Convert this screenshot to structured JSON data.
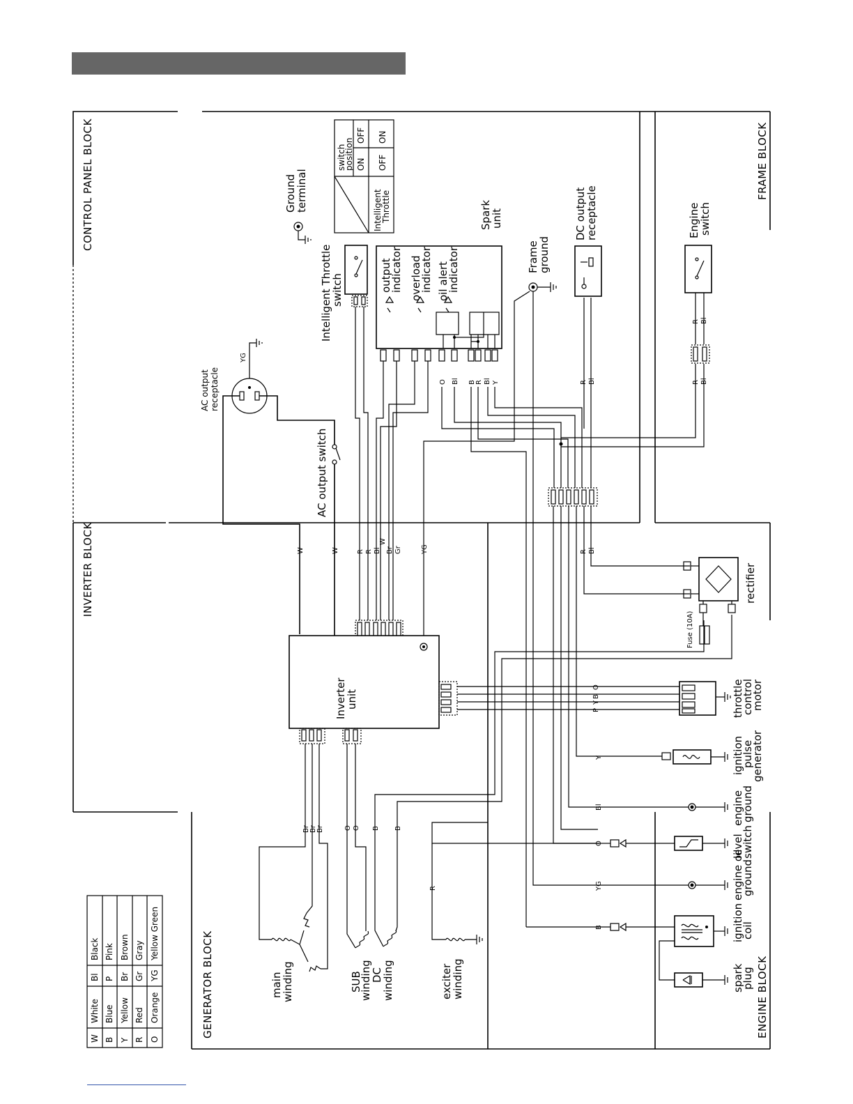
{
  "blocks": {
    "control_panel": "CONTROL PANEL BLOCK",
    "frame": "FRAME BLOCK",
    "inverter": "INVERTER BLOCK",
    "generator": "GENERATOR BLOCK",
    "engine": "ENGINE BLOCK"
  },
  "components": {
    "ground_terminal": [
      "Ground",
      "terminal"
    ],
    "ac_receptacle": [
      "AC output",
      "receptacle"
    ],
    "ac_switch": "AC output switch",
    "it_switch": [
      "Intelligent Throttle",
      "switch"
    ],
    "output_indicator": [
      "output",
      "indicator"
    ],
    "overload_indicator": [
      "overload",
      "indicator"
    ],
    "oil_alert_indicator": [
      "oil alert",
      "indicator"
    ],
    "spark_unit": [
      "Spark",
      "unit"
    ],
    "frame_ground": [
      "Frame",
      "ground"
    ],
    "dc_receptacle": [
      "DC output",
      "receptacle"
    ],
    "engine_switch": [
      "Engine",
      "switch"
    ],
    "rectifier": "rectifier",
    "fuse": "Fuse (10A)",
    "inverter_unit": [
      "Inverter",
      "unit"
    ],
    "throttle_motor": [
      "throttle",
      "control",
      "motor"
    ],
    "pulse_gen": [
      "ignition",
      "pulse",
      "generator"
    ],
    "engine_ground": [
      "engine",
      "ground"
    ],
    "oil_level_switch": [
      "level",
      "switch"
    ],
    "engine_oil_ground": [
      "engine oil",
      "ground"
    ],
    "ignition_coil": [
      "ignition",
      "coil"
    ],
    "spark_plug": [
      "spark",
      "plug"
    ],
    "main_winding": [
      "main",
      "winding"
    ],
    "sub_winding": [
      "SUB",
      "winding"
    ],
    "dc_winding": [
      "DC",
      "winding"
    ],
    "exciter_winding": [
      "exciter",
      "winding"
    ]
  },
  "switch_table": {
    "header": [
      "switch",
      "position"
    ],
    "row_label": [
      "Intelligent",
      "Throttle"
    ],
    "col1": [
      "ON",
      "OFF"
    ],
    "col2": [
      "OFF",
      "ON"
    ]
  },
  "color_legend": [
    [
      "W",
      "White",
      "Bl",
      "Black"
    ],
    [
      "B",
      "Blue",
      "P",
      "Pink"
    ],
    [
      "Y",
      "Yellow",
      "Br",
      "Brown"
    ],
    [
      "R",
      "Red",
      "Gr",
      "Gray"
    ],
    [
      "O",
      "Orange",
      "YG",
      "Yellow Green"
    ]
  ],
  "wire_labels": {
    "yg_top": "YG",
    "w1": "W",
    "w2": "W",
    "inv_r1": "R",
    "inv_r2": "R",
    "inv_bl": "Bl",
    "inv_w": "W",
    "inv_br": "Br",
    "inv_gr": "Gr",
    "inv_yg": "YG",
    "spark_o": "O",
    "spark_bl": "Bl",
    "spark_b": "B",
    "spark_r": "R",
    "spark_bl2": "Bl",
    "spark_y": "Y",
    "dc_r": "R",
    "dc_bl": "Bl",
    "es_r1": "R",
    "es_bl1": "Bl",
    "es_r2": "R",
    "es_bl2": "Bl",
    "rect_r": "R",
    "rect_bl": "Bl",
    "tm_o": "O",
    "tm_b": "B",
    "tm_y": "Y",
    "tm_p": "P",
    "pg_y": "Y",
    "eg_bl": "Bl",
    "ol_o": "O",
    "eog_yg": "YG",
    "ic_b": "B",
    "ex_r": "R",
    "gen_br1": "Br",
    "gen_br2": "Br",
    "gen_br3": "Br",
    "gen_o1": "O",
    "gen_o2": "O",
    "gen_b1": "B",
    "gen_b2": "B"
  }
}
